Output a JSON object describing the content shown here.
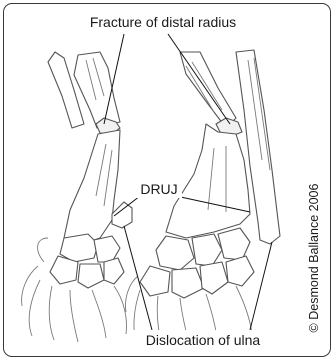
{
  "labels": {
    "fracture": "Fracture of distal radius",
    "druj": "DRUJ",
    "dislocation": "Dislocation of ulna",
    "copyright": "© Desmond Ballance 2006"
  }
}
